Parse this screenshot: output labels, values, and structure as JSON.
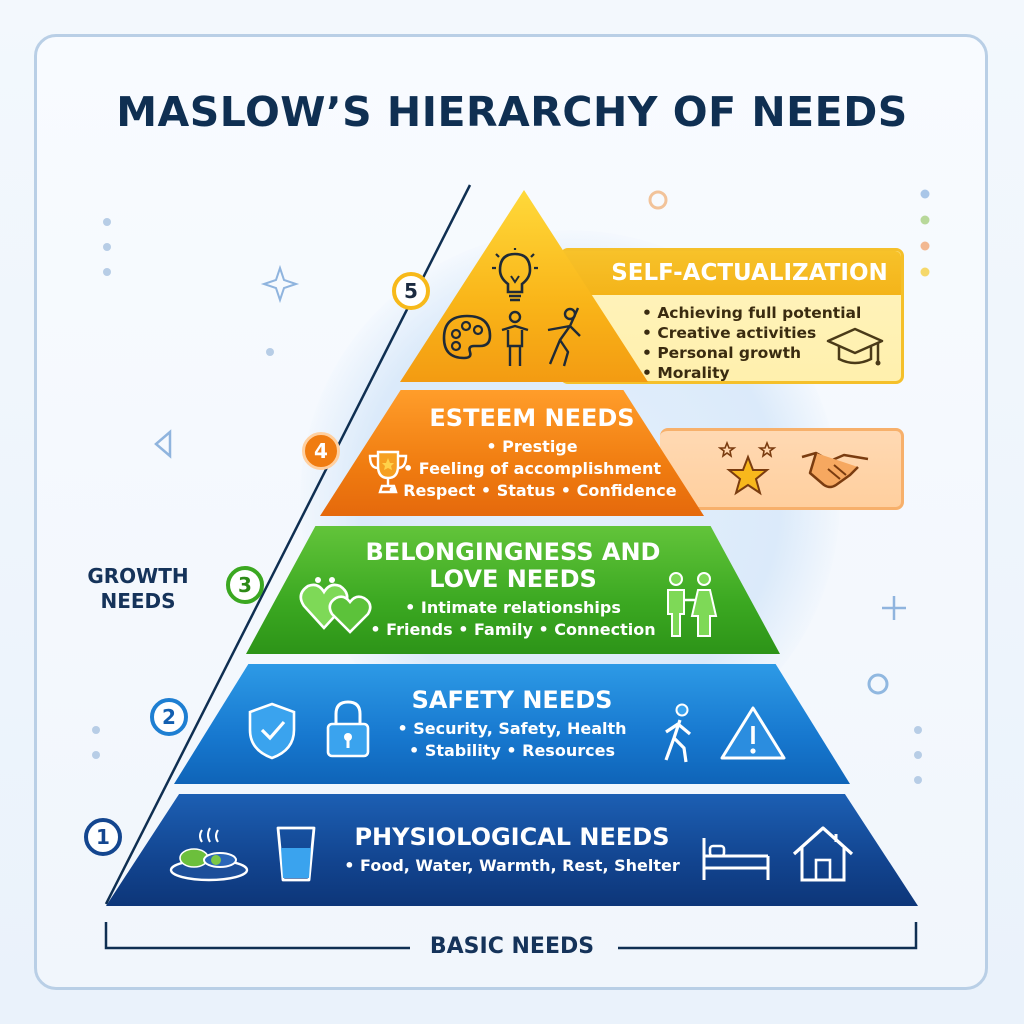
{
  "title": "MASLOW’S HIERARCHY OF NEEDS",
  "tiers": [
    {
      "level": "5",
      "name": "SELF-ACTUALIZATION",
      "items": [
        "Achieving full potential",
        "Creative activities",
        "Personal growth",
        "Morality"
      ],
      "color": "#f9b418"
    },
    {
      "level": "4",
      "name": "ESTEEM NEEDS",
      "lines": [
        "• Prestige",
        "• Feeling of accomplishment",
        "• Respect • Status • Confidence"
      ],
      "color": "#f07c10"
    },
    {
      "level": "3",
      "name_lines": [
        "BELONGINGNESS AND",
        "LOVE NEEDS"
      ],
      "lines": [
        "• Intimate relationships",
        "• Friends • Family • Connection"
      ],
      "color": "#3ba821"
    },
    {
      "level": "2",
      "name": "SAFETY NEEDS",
      "lines": [
        "• Security, Safety, Health",
        "• Stability • Resources"
      ],
      "color": "#1778cf"
    },
    {
      "level": "1",
      "name": "PHYSIOLOGICAL NEEDS",
      "lines": [
        "• Food, Water, Warmth, Rest, Shelter"
      ],
      "color": "#12448f"
    }
  ],
  "labels": {
    "growth_line1": "GROWTH",
    "growth_line2": "NEEDS",
    "basic": "BASIC NEEDS"
  },
  "icons": {
    "tier5": [
      "lightbulb-icon",
      "palette-icon",
      "person-icon",
      "dancing-person-icon",
      "graduation-cap-icon"
    ],
    "tier4": [
      "trophy-icon",
      "stars-icon",
      "handshake-icon"
    ],
    "tier3": [
      "hearts-icon",
      "couple-icon"
    ],
    "tier2": [
      "shield-check-icon",
      "padlock-icon",
      "walking-person-icon",
      "warning-icon"
    ],
    "tier1": [
      "food-plate-icon",
      "water-glass-icon",
      "bed-icon",
      "house-icon"
    ]
  }
}
